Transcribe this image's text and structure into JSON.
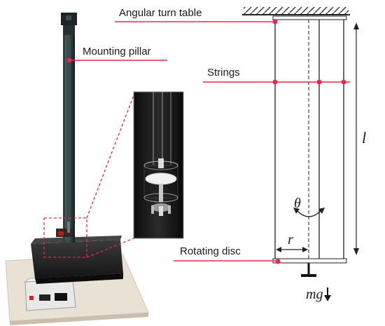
{
  "labels": {
    "angular_turn_table": "Angular turn table",
    "mounting_pillar": "Mounting pillar",
    "strings": "Strings",
    "rotating_disc": "Rotating disc"
  },
  "symbols": {
    "length": "l",
    "angle": "θ",
    "radius": "r",
    "weight": "mg"
  },
  "colors": {
    "leader_line": "#e8294a",
    "marker_dot": "#e8294a",
    "pillar": "#1f2a2a",
    "base": "#1c1c1c",
    "floor_plate": "#e9e1d4",
    "diagram_line": "#222222"
  }
}
